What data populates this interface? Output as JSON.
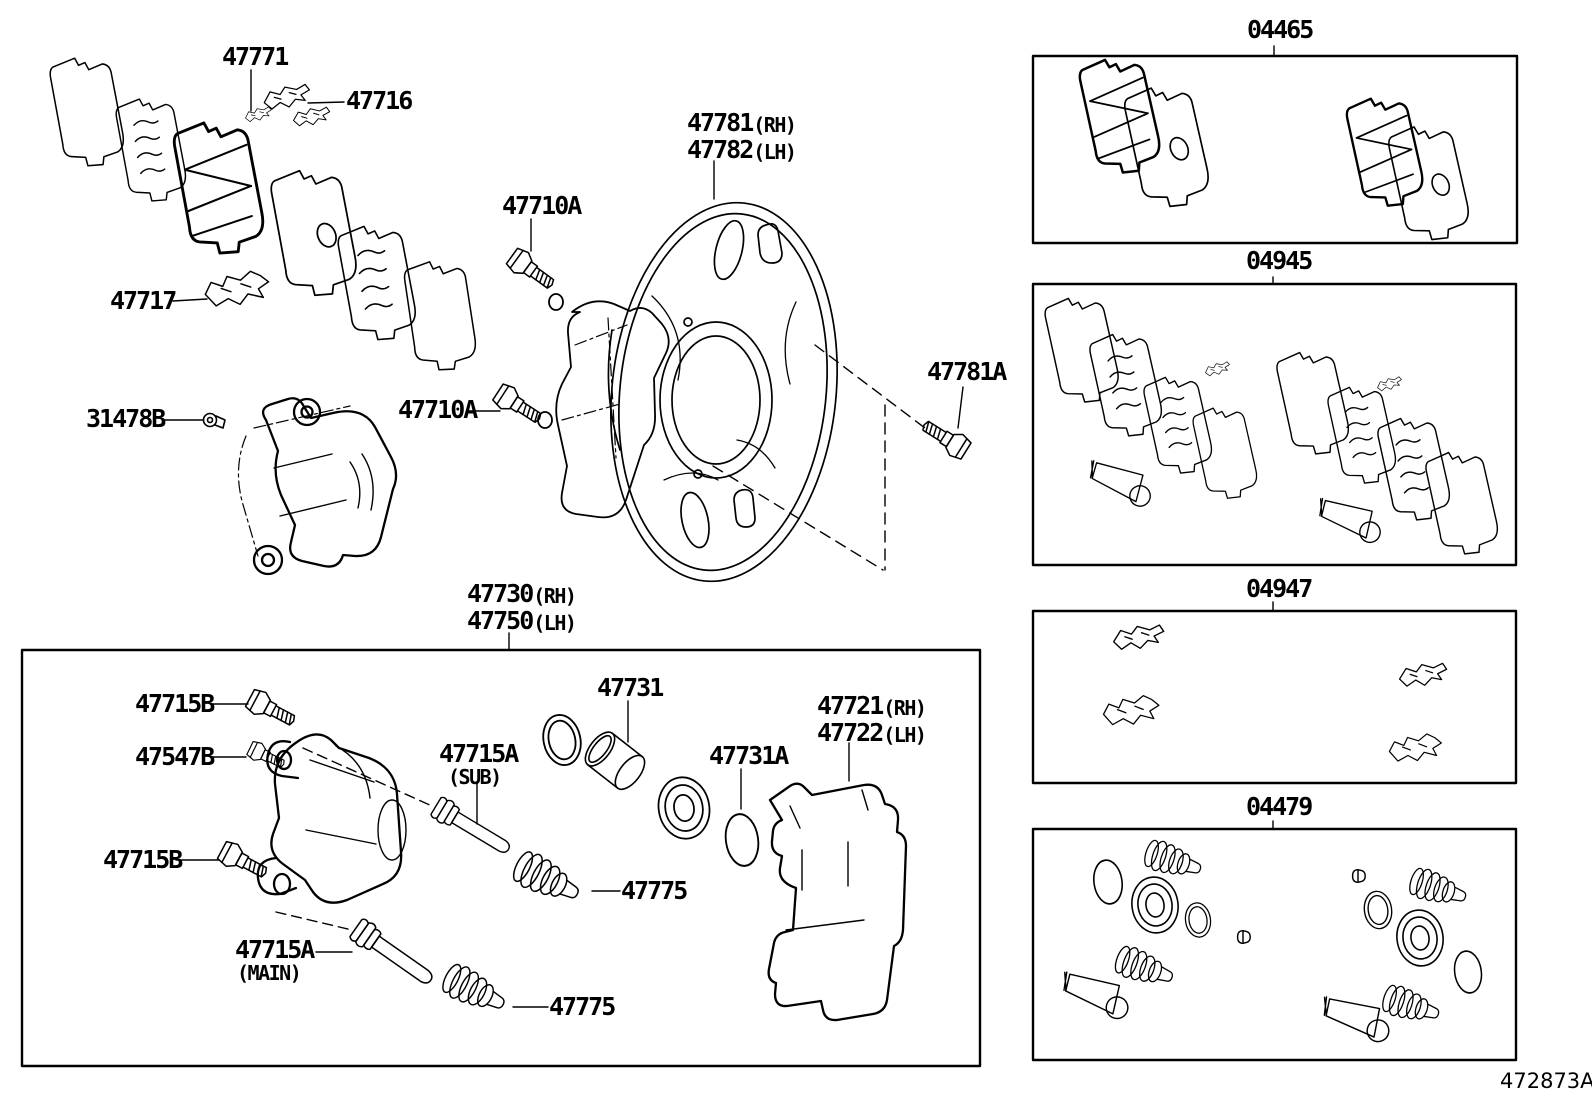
{
  "figure": {
    "code": "472873A"
  },
  "pad_stack": {
    "clip_label": "47771",
    "support_plate_label": "47716",
    "fitting_label": "47717"
  },
  "caliper_assembly": {
    "bleeder_plug_label": "31478B"
  },
  "mounting": {
    "bolt_upper_label": "47710A",
    "bolt_lower_label": "47710A"
  },
  "dust_cover": {
    "rh_label": "47781",
    "rh_suffix": "(RH)",
    "lh_label": "47782",
    "lh_suffix": "(LH)",
    "bolt_label": "47781A"
  },
  "cylinder_group": {
    "rh_label": "47730",
    "rh_suffix": "(RH)",
    "lh_label": "47750",
    "lh_suffix": "(LH)",
    "bolt_upper_label": "47715B",
    "bleeder_label": "47547B",
    "bolt_lower_label": "47715B",
    "slide_pin_sub_label": "47715A",
    "slide_pin_sub_suffix": "(SUB)",
    "slide_pin_main_label": "47715A",
    "slide_pin_main_suffix": "(MAIN)",
    "piston_label": "47731",
    "seal_label": "47731A",
    "boot_upper_label": "47775",
    "boot_lower_label": "47775",
    "bracket_rh_label": "47721",
    "bracket_rh_suffix": "(RH)",
    "bracket_lh_label": "47722",
    "bracket_lh_suffix": "(LH)"
  },
  "kits": {
    "pad_kit_label": "04465",
    "shim_kit_label": "04945",
    "fitting_kit_label": "04947",
    "cylinder_kit_label": "04479"
  }
}
